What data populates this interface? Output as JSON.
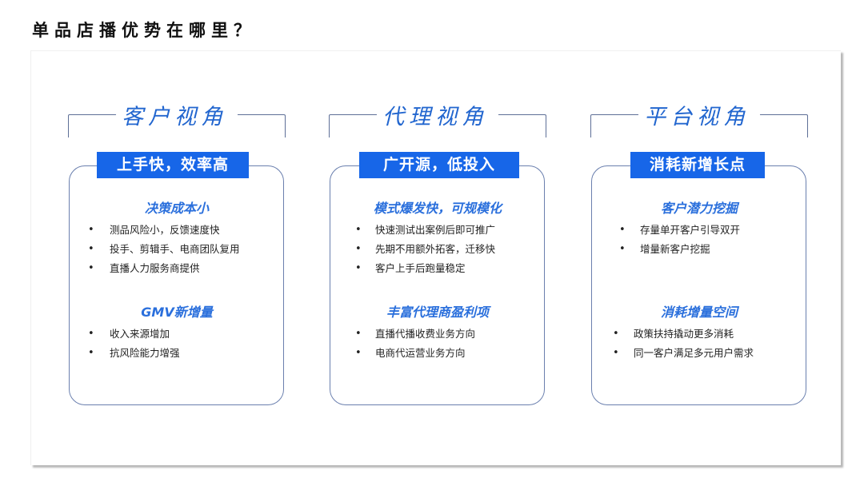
{
  "title": "单品店播优势在哪里？",
  "colors": {
    "accent": "#1766e8",
    "heading": "#2266cf",
    "section_title": "#2a6fdc",
    "border": "#6a7fae"
  },
  "columns": [
    {
      "heading": "客户视角",
      "label": "上手快，效率高",
      "sections": [
        {
          "title": "决策成本小",
          "bullets": [
            "测品风险小，反馈速度快",
            "投手、剪辑手、电商团队复用",
            "直播人力服务商提供"
          ]
        },
        {
          "title": "GMV新增量",
          "bullets": [
            "收入来源增加",
            "抗风险能力增强"
          ]
        }
      ]
    },
    {
      "heading": "代理视角",
      "label": "广开源，低投入",
      "sections": [
        {
          "title": "模式爆发快，可规模化",
          "bullets": [
            "快速测试出案例后即可推广",
            "先期不用额外拓客，迁移快",
            "客户上手后跑量稳定"
          ]
        },
        {
          "title": "丰富代理商盈利项",
          "bullets": [
            "直播代播收费业务方向",
            "电商代运营业务方向"
          ]
        }
      ]
    },
    {
      "heading": "平台视角",
      "label": "消耗新增长点",
      "sections": [
        {
          "title": "客户潜力挖掘",
          "bullets": [
            "存量单开客户引导双开",
            "增量新客户挖掘"
          ]
        },
        {
          "title": "消耗增量空间",
          "bullets": [
            "政策扶持撬动更多消耗",
            "同一客户满足多元用户需求"
          ]
        }
      ]
    }
  ]
}
